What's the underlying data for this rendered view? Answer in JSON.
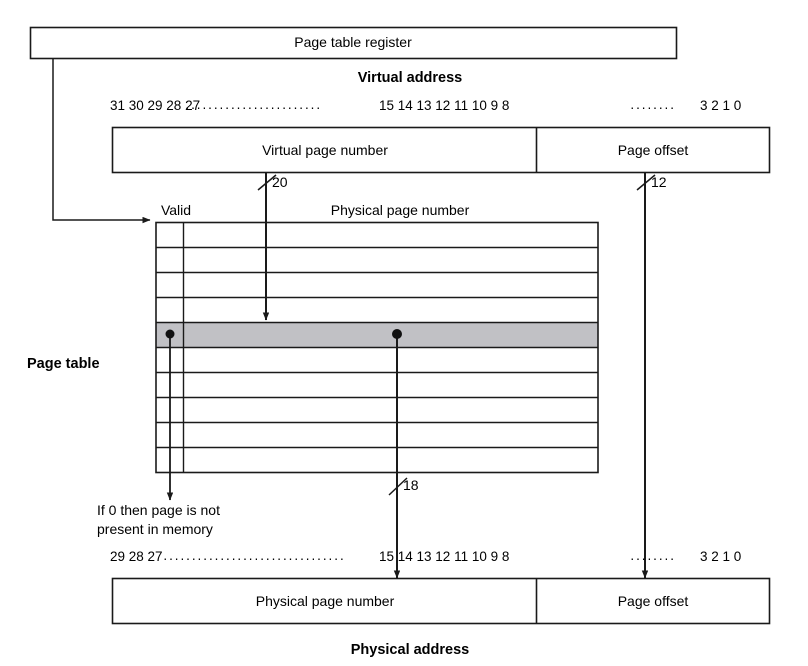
{
  "diagram": {
    "title": "Virtual to physical address translation via page table",
    "colors": {
      "line": "#1a1a1a",
      "highlight_row_fill": "#c1c1c5",
      "background": "#ffffff"
    },
    "page_table_register": {
      "label": "Page table register"
    },
    "virtual_address": {
      "title": "Virtual address",
      "bit_labels_left": "31 30 29 28 27",
      "bit_dots_1": "························",
      "bit_labels_mid": "15 14 13 12 11 10 9 8",
      "bit_dots_2": "········",
      "bit_labels_right": "3 2 1 0",
      "field_left": "Virtual page number",
      "field_right": "Page offset"
    },
    "physical_address": {
      "title": "Physical address",
      "bit_labels_left": "29 28 27",
      "bit_dots_1": "································",
      "bit_labels_mid": "15 14 13 12 11 10 9 8",
      "bit_dots_2": "········",
      "bit_labels_right": "3 2 1 0",
      "field_left": "Physical page number",
      "field_right": "Page offset"
    },
    "page_table": {
      "label": "Page table",
      "valid_header": "Valid",
      "ppn_header": "Physical page number",
      "row_count": 10,
      "highlighted_row_index": 4
    },
    "annotations": {
      "vpn_width": "20",
      "page_offset_width": "12",
      "ppn_width": "18",
      "valid_note_line1": "If 0 then page is not",
      "valid_note_line2": "present in memory"
    }
  }
}
